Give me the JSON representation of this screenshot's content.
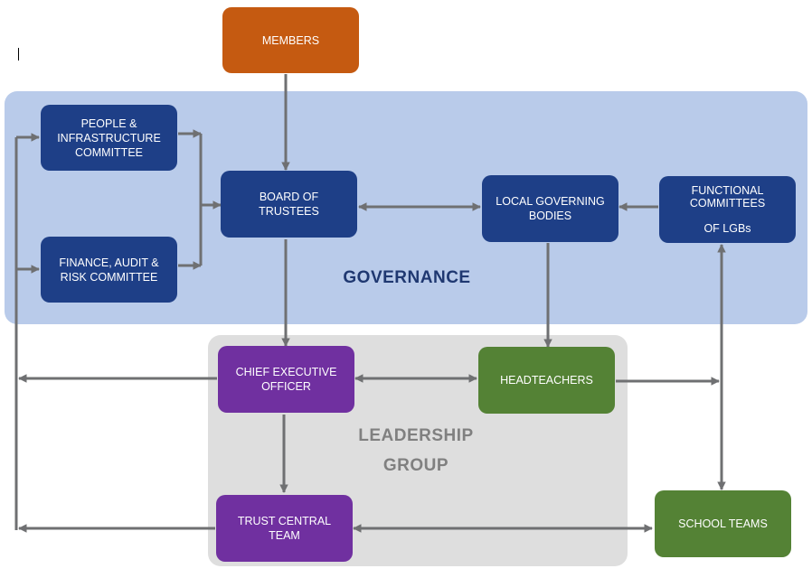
{
  "regions": {
    "governance": "GOVERNANCE",
    "leadership": "LEADERSHIP\nGROUP"
  },
  "boxes": {
    "members": "MEMBERS",
    "people_infrastructure": "PEOPLE &\nINFRASTRUCTURE\nCOMMITTEE",
    "finance_audit_risk": "FINANCE, AUDIT &\nRISK COMMITTEE",
    "board_of_trustees": "BOARD OF\nTRUSTEES",
    "local_governing_bodies": "LOCAL GOVERNING\nBODIES",
    "functional_committees": "FUNCTIONAL\nCOMMITTEES\n\nOF LGBs",
    "ceo": "CHIEF EXECUTIVE\nOFFICER",
    "headteachers": "HEADTEACHERS",
    "trust_central_team": "TRUST CENTRAL\nTEAM",
    "school_teams": "SCHOOL TEAMS"
  },
  "colors": {
    "orange": "#c55a11",
    "navy": "#1e3f87",
    "purple": "#7030a0",
    "green": "#548235",
    "governance_bg": "#b9cbea",
    "leadership_bg": "#dedede",
    "arrow": "#6f7072"
  }
}
